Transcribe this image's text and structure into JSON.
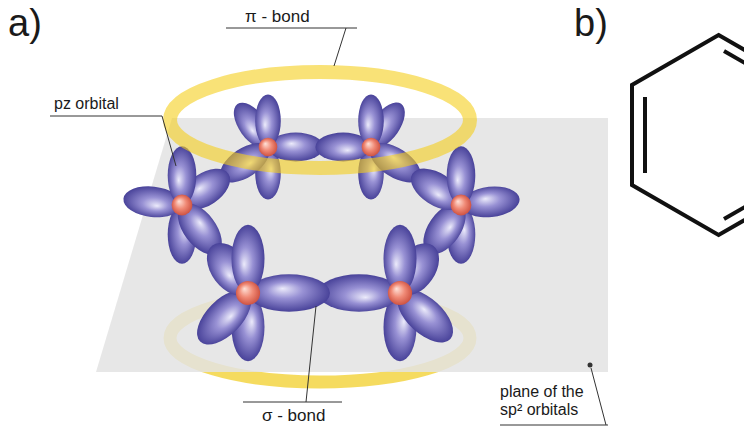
{
  "diagram": {
    "labels": [
      "a)",
      "π - bond",
      "pz orbital",
      "σ - bond",
      "plane of the sp² orbitals",
      "b)"
    ]
  }
}
